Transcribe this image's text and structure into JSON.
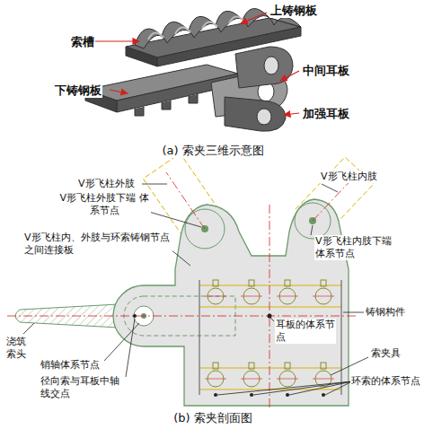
{
  "diagram": {
    "labels": [
      "索槽",
      "上铸钢板",
      "中间耳板",
      "下铸钢板",
      "加强耳板",
      "(a) 索夹三维示意图",
      "V形飞柱外肢",
      "V形飞柱外肢下端 体系节点",
      "V形飞柱内肢",
      "V形飞柱内肢下端体系节点",
      "V形飞柱内、外肢与环索铸钢节点之间连接板",
      "耳板的体系节点",
      "铸钢构件",
      "浇筑索头",
      "销轴体系节点",
      "径向索与耳板中轴线交点",
      "索夹具",
      "环索的体系节点",
      "(b) 索夹剖面图"
    ]
  }
}
